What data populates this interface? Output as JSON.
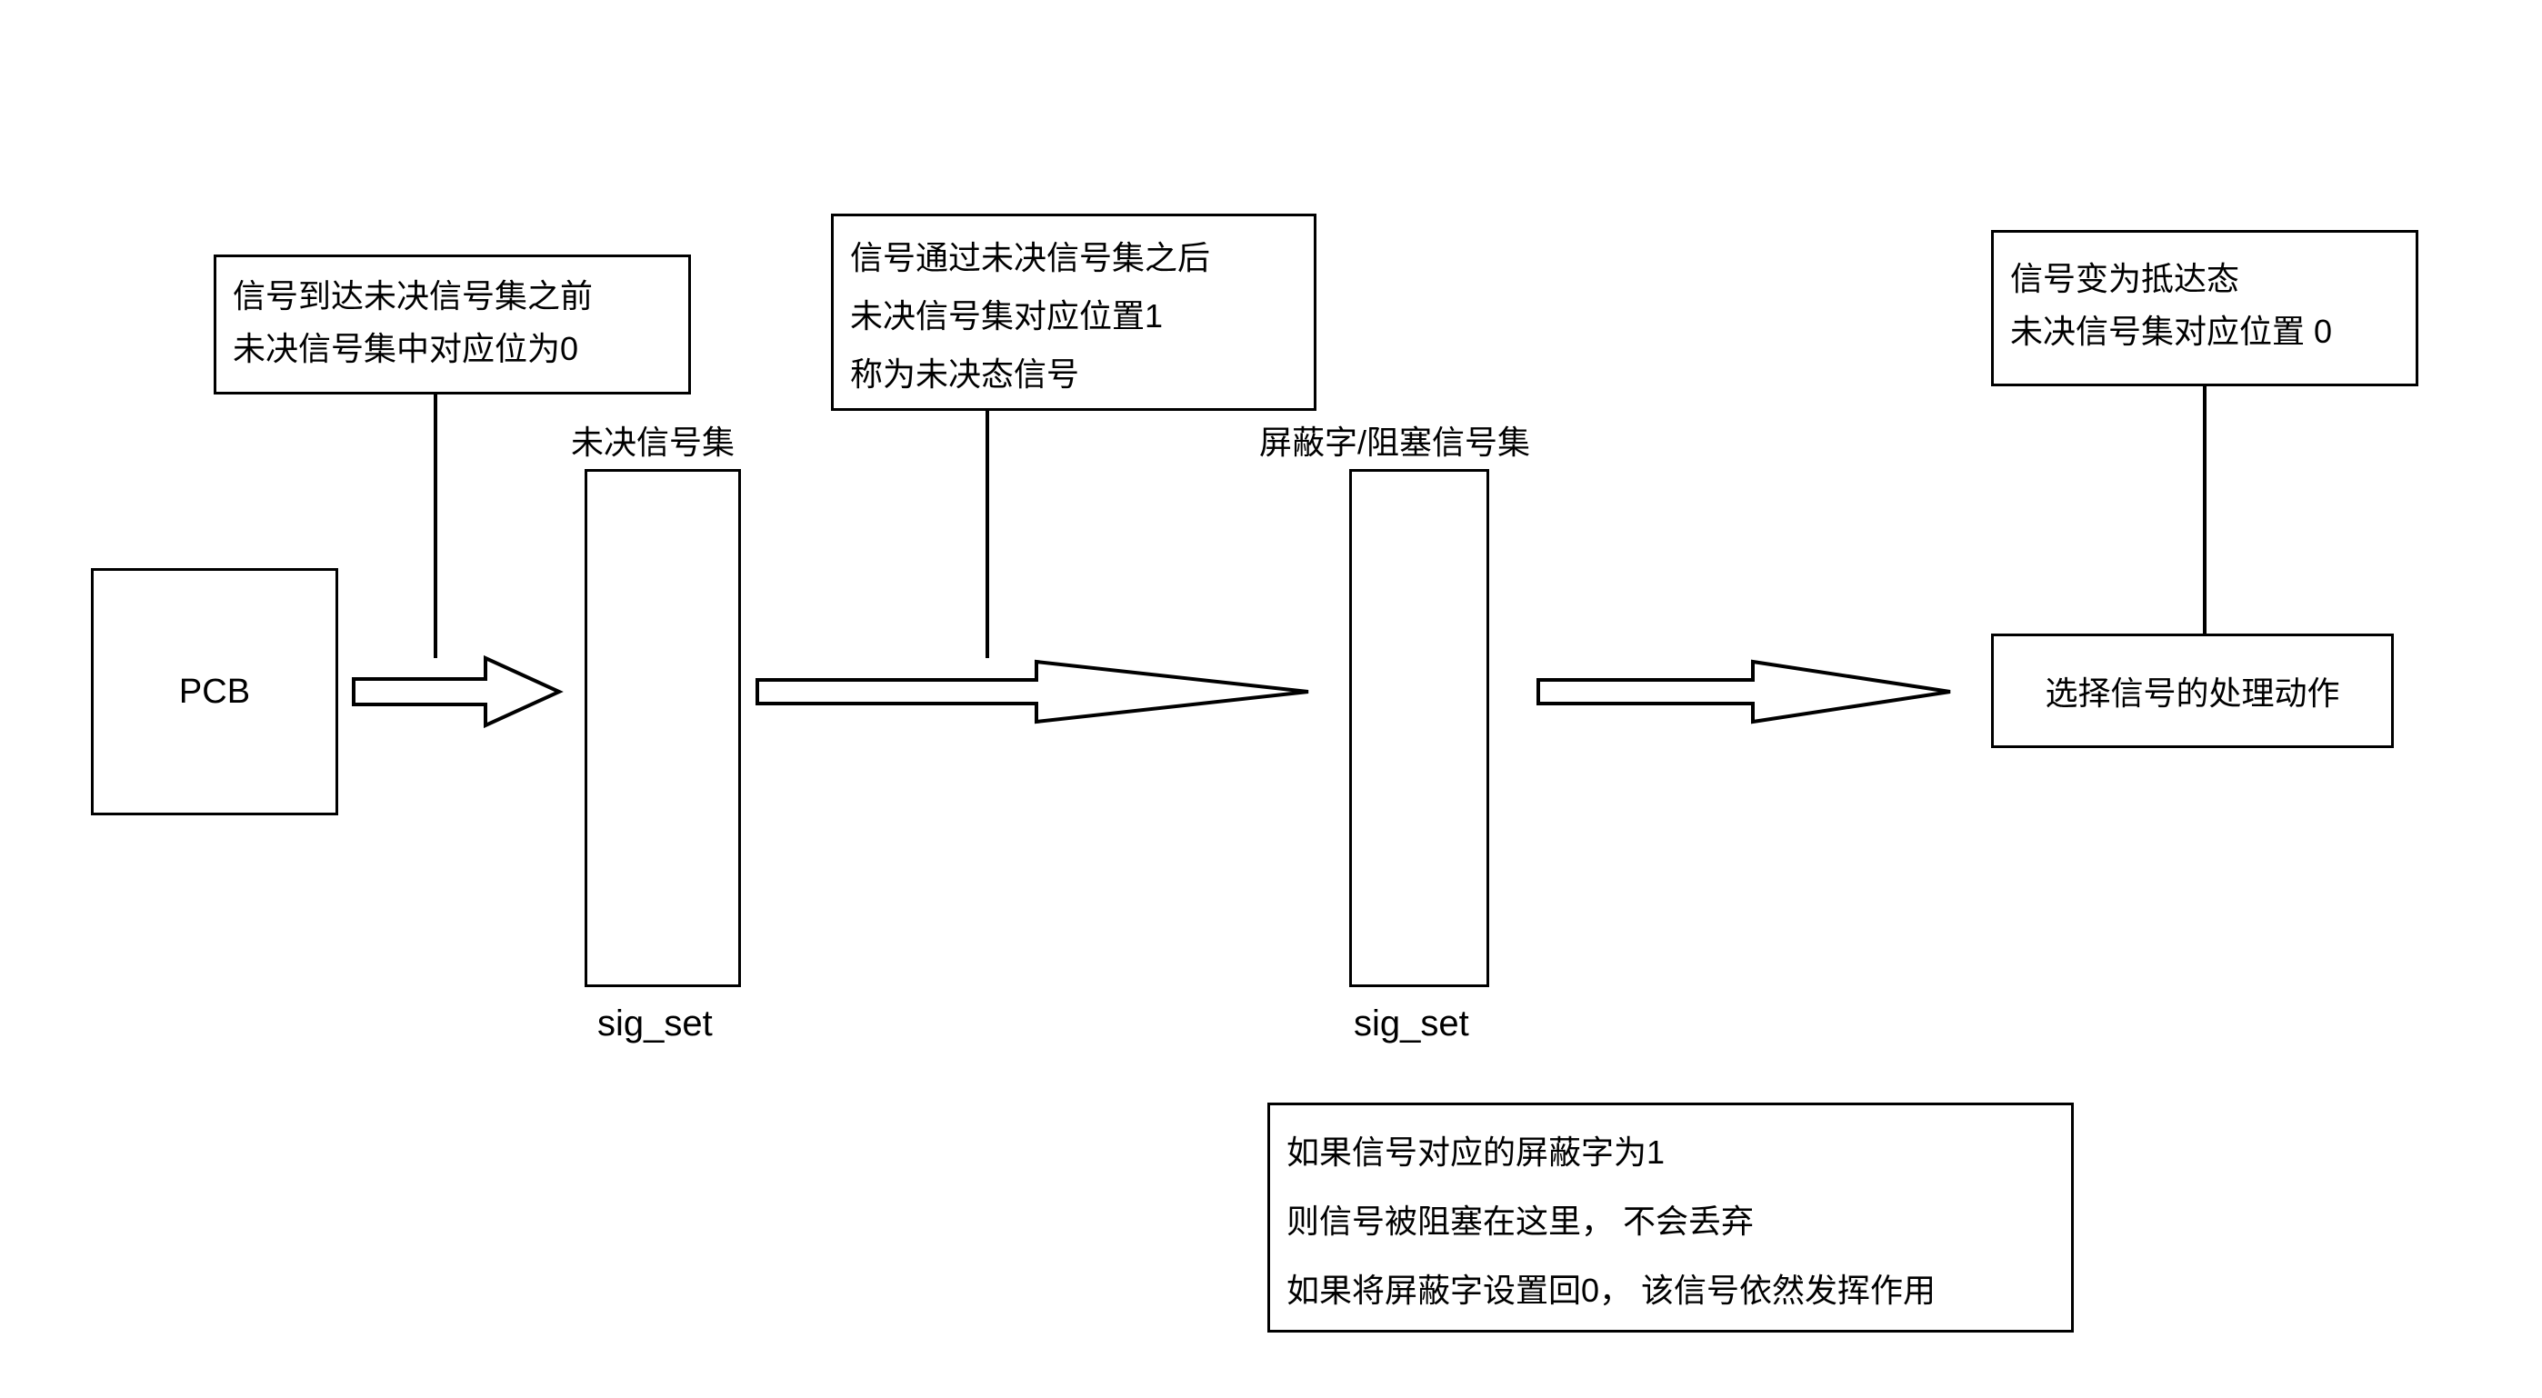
{
  "diagram": {
    "pcb": {
      "label": "PCB"
    },
    "pending_set": {
      "title": "未决信号集",
      "caption": "sig_set"
    },
    "mask_set": {
      "title": "屏蔽字/阻塞信号集",
      "caption": "sig_set"
    },
    "action": {
      "label": "选择信号的处理动作"
    },
    "note_before": {
      "line1": "信号到达未决信号集之前",
      "line2": "未决信号集中对应位为0"
    },
    "note_after": {
      "line1": "信号通过未决信号集之后",
      "line2": "未决信号集对应位置1",
      "line3": "称为未决态信号"
    },
    "note_delivered": {
      "line1": "信号变为抵达态",
      "line2": "未决信号集对应位置 0"
    },
    "note_mask": {
      "line1": "如果信号对应的屏蔽字为1",
      "line2": "则信号被阻塞在这里， 不会丢弃",
      "line3": "如果将屏蔽字设置回0， 该信号依然发挥作用"
    }
  }
}
